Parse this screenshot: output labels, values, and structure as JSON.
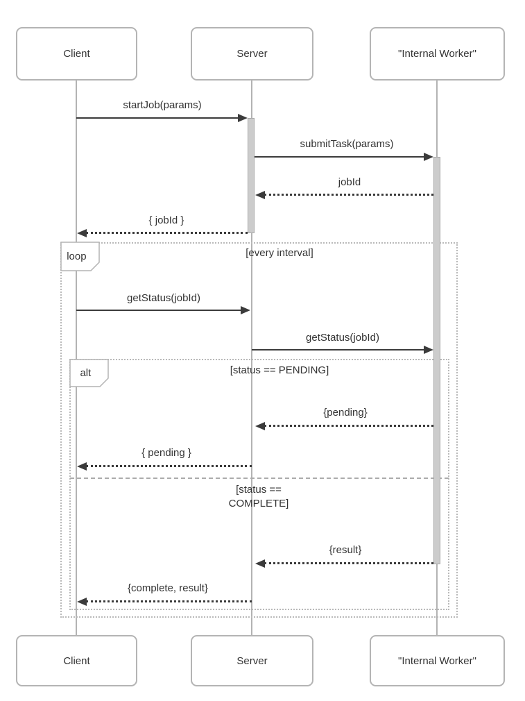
{
  "diagram_type": "uml-sequence",
  "participants": [
    {
      "id": "client",
      "label": "Client"
    },
    {
      "id": "server",
      "label": "Server"
    },
    {
      "id": "worker",
      "label": "\"Internal Worker\""
    }
  ],
  "messages": [
    {
      "label": "startJob(params)",
      "type": "sync",
      "from": "client",
      "to": "server"
    },
    {
      "label": "submitTask(params)",
      "type": "sync",
      "from": "server",
      "to": "worker"
    },
    {
      "label": "jobId",
      "type": "return",
      "from": "worker",
      "to": "server"
    },
    {
      "label": "{ jobId }",
      "type": "return",
      "from": "server",
      "to": "client"
    },
    {
      "label": "getStatus(jobId)",
      "type": "sync",
      "from": "client",
      "to": "server"
    },
    {
      "label": "getStatus(jobId)",
      "type": "sync",
      "from": "server",
      "to": "worker"
    },
    {
      "label": "{pending}",
      "type": "return",
      "from": "worker",
      "to": "server"
    },
    {
      "label": "{ pending }",
      "type": "return",
      "from": "server",
      "to": "client"
    },
    {
      "label": "{result}",
      "type": "return",
      "from": "worker",
      "to": "server"
    },
    {
      "label": "{complete, result}",
      "type": "return",
      "from": "server",
      "to": "client"
    }
  ],
  "fragments": {
    "loop": {
      "operator": "loop",
      "guard": "[every interval]"
    },
    "alt": {
      "operator": "alt",
      "guard_pending": "[status == PENDING]",
      "guard_complete": "[status ==\nCOMPLETE]"
    }
  },
  "colors": {
    "background": "#ffffff",
    "shape_border": "#b4b4b4",
    "lifeline": "#b3b3b3",
    "fragment_border": "#b9b9b9",
    "arrow": "#3b3b3b",
    "text": "#333333",
    "activation_fill": "#cccccc"
  }
}
